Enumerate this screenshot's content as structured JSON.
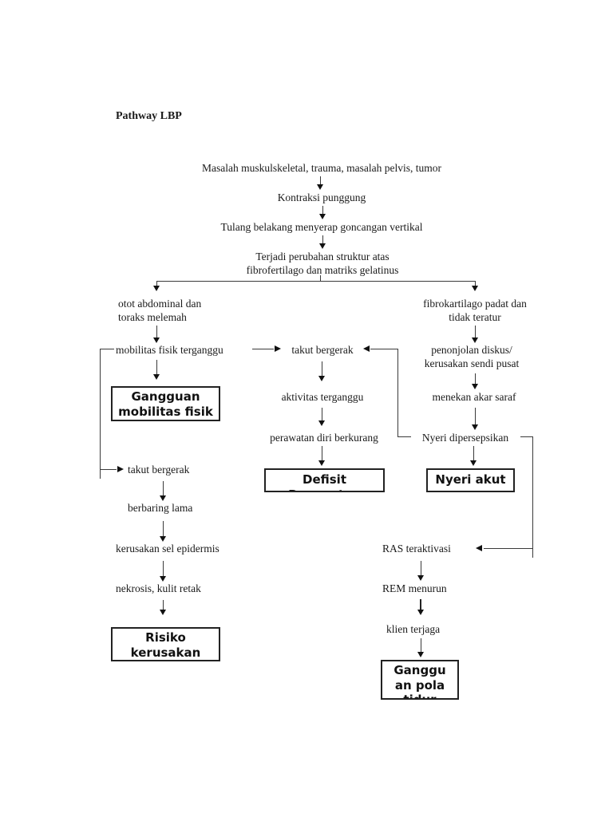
{
  "page": {
    "title": "Pathway LBP"
  },
  "colors": {
    "background": "#ffffff",
    "text": "#1a1a1a",
    "line": "#3a3a3a",
    "box_border": "#222222"
  },
  "flowchart": {
    "root": "Masalah muskulskeletal, trauma, masalah pelvis, tumor",
    "nodes": {
      "kontraksi_punggung": "Kontraksi punggung",
      "tulang_belakang": "Tulang belakang menyerap goncangan vertikal",
      "perubahan_struktur": "Terjadi perubahan struktur atas fibrofertilago dan matriks gelatinus",
      "otot_abdominal": "otot abdominal dan toraks melemah",
      "fibrokartilago": "fibrokartilago padat dan tidak teratur",
      "mobilitas_fisik": "mobilitas fisik terganggu",
      "takut_bergerak_tengah": "takut bergerak",
      "penonjolan_diskus": "penonjolan diskus/ kerusakan sendi pusat",
      "aktivitas_terganggu": "aktivitas terganggu",
      "menekan_akar_saraf": "menekan akar saraf",
      "perawatan_diri_berkurang": "perawatan diri berkurang",
      "nyeri_dipersepsikan": "Nyeri dipersepsikan",
      "takut_bergerak_kiri": "takut bergerak",
      "berbaring_lama": "berbaring lama",
      "kerusakan_sel_epidermis": "kerusakan sel epidermis",
      "nekrosis_kulit_retak": "nekrosis, kulit retak",
      "ras_teraktivasi": "RAS teraktivasi",
      "rem_menurun": "REM menurun",
      "klien_terjaga": "klien terjaga"
    },
    "diagnosis_boxes": {
      "gangguan_mobilitas_fisik": "Gangguan mobilitas fisik",
      "defisit_perawatan_diri": "Defisit Perawatan Diri",
      "nyeri_akut": "Nyeri akut",
      "risiko_kerusakan": "Risiko kerusakan",
      "gangguan_pola_tidur": "Gangguan pola tidur"
    }
  }
}
